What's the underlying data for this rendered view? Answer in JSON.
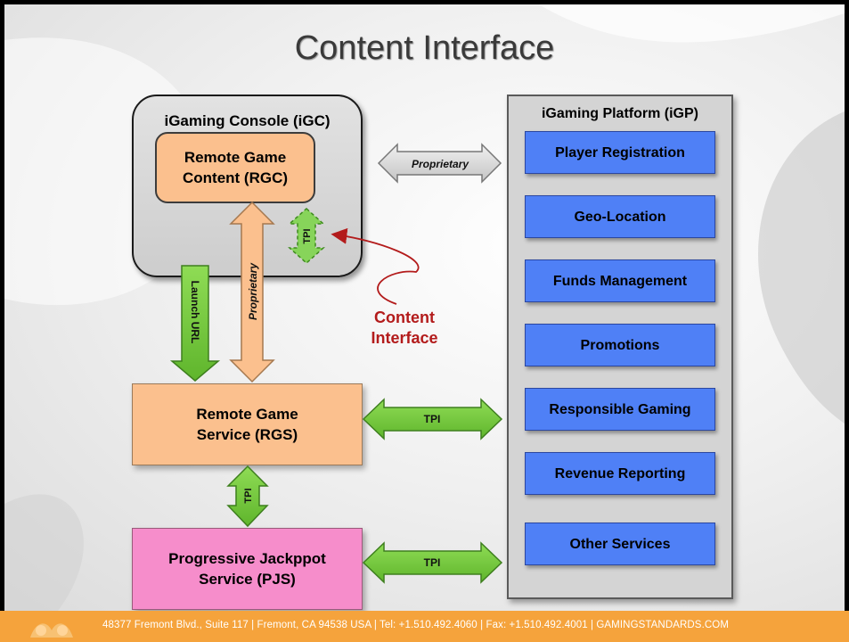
{
  "title": "Content Interface",
  "igc": {
    "label": "iGaming Console (iGC)"
  },
  "rgc": {
    "line1": "Remote Game",
    "line2": "Content (RGC)"
  },
  "igp": {
    "label": "iGaming Platform (iGP)",
    "services": [
      "Player Registration",
      "Geo-Location",
      "Funds Management",
      "Promotions",
      "Responsible Gaming",
      "Revenue Reporting",
      "Other Services"
    ]
  },
  "rgs": {
    "line1": "Remote Game",
    "line2": "Service (RGS)"
  },
  "pjs": {
    "line1": "Progressive Jackppot",
    "line2": "Service (PJS)"
  },
  "connectors": {
    "igc_igp": "Proprietary",
    "rgc_tpi": "TPI",
    "launch_url": "Launch URL",
    "rgc_rgs": "Proprietary",
    "rgs_igp": "TPI",
    "rgs_pjs": "TPI",
    "pjs_igp": "TPI"
  },
  "callout": {
    "line1": "Content",
    "line2": "Interface"
  },
  "footer": "48377 Fremont Blvd., Suite 117  |  Fremont, CA 94538  USA  |  Tel: +1.510.492.4060  |  Fax: +1.510.492.4001  |  GAMINGSTANDARDS.COM",
  "colors": {
    "orange_box": "#fbc08e",
    "pink_box": "#f68dcb",
    "blue_service": "#4f80f6",
    "green_arrow": "#79cf3e",
    "callout_red": "#b31b1b",
    "footer": "#f5a33c"
  }
}
